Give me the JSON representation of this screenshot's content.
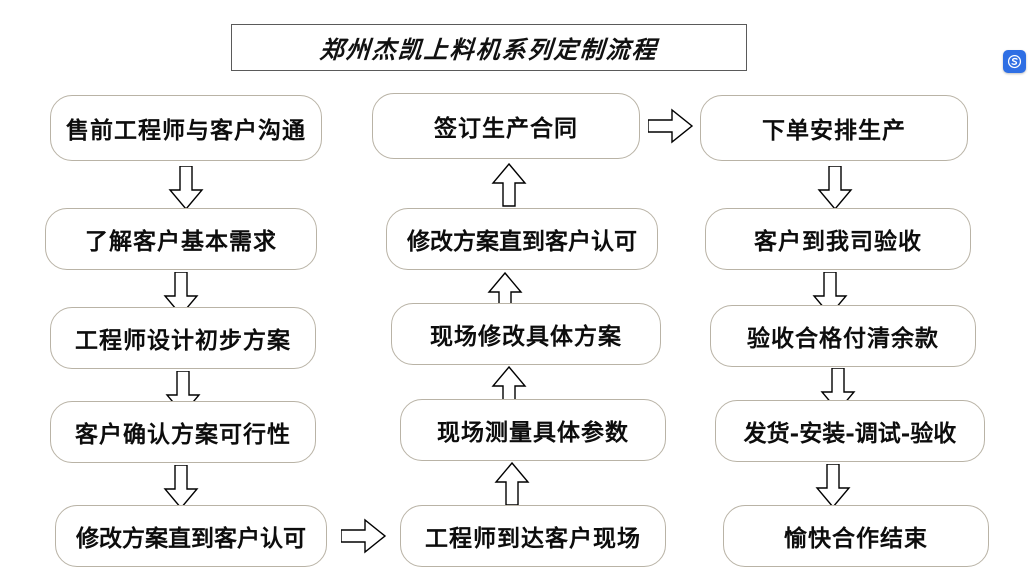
{
  "title": {
    "text": "郑州杰凯上料机系列定制流程"
  },
  "badge": {
    "name": "s-logo-icon",
    "color": "#2f6fe4"
  },
  "theme": {
    "background": "#ffffff",
    "box_border": "#b9b3a6",
    "title_border": "#5a5a5a",
    "text_color": "#0d0d0d",
    "arrow_stroke": "#000000",
    "arrow_fill": "#ffffff"
  },
  "chart_data": {
    "type": "diagram",
    "diagram_type": "flowchart",
    "title": "郑州杰凯上料机系列定制流程",
    "columns": 3,
    "flow_direction": "column 1 top-to-bottom, column 2 bottom-to-top, column 3 top-to-bottom",
    "nodes": [
      {
        "id": "n1",
        "column": 1,
        "row": 1,
        "label": "售前工程师与客户沟通"
      },
      {
        "id": "n2",
        "column": 1,
        "row": 2,
        "label": "了解客户基本需求"
      },
      {
        "id": "n3",
        "column": 1,
        "row": 3,
        "label": "工程师设计初步方案"
      },
      {
        "id": "n4",
        "column": 1,
        "row": 4,
        "label": "客户确认方案可行性"
      },
      {
        "id": "n5",
        "column": 1,
        "row": 5,
        "label": "修改方案直到客户认可"
      },
      {
        "id": "n6",
        "column": 2,
        "row": 5,
        "label": "工程师到达客户现场"
      },
      {
        "id": "n7",
        "column": 2,
        "row": 4,
        "label": "现场测量具体参数"
      },
      {
        "id": "n8",
        "column": 2,
        "row": 3,
        "label": "现场修改具体方案"
      },
      {
        "id": "n9",
        "column": 2,
        "row": 2,
        "label": "修改方案直到客户认可"
      },
      {
        "id": "n10",
        "column": 2,
        "row": 1,
        "label": "签订生产合同"
      },
      {
        "id": "n11",
        "column": 3,
        "row": 1,
        "label": "下单安排生产"
      },
      {
        "id": "n12",
        "column": 3,
        "row": 2,
        "label": "客户到我司验收"
      },
      {
        "id": "n13",
        "column": 3,
        "row": 3,
        "label": "验收合格付清余款"
      },
      {
        "id": "n14",
        "column": 3,
        "row": 4,
        "label": "发货-安装-调试-验收"
      },
      {
        "id": "n15",
        "column": 3,
        "row": 5,
        "label": "愉快合作结束"
      }
    ],
    "edges": [
      {
        "from": "n1",
        "to": "n2",
        "direction": "down"
      },
      {
        "from": "n2",
        "to": "n3",
        "direction": "down"
      },
      {
        "from": "n3",
        "to": "n4",
        "direction": "down"
      },
      {
        "from": "n4",
        "to": "n5",
        "direction": "down"
      },
      {
        "from": "n5",
        "to": "n6",
        "direction": "right"
      },
      {
        "from": "n6",
        "to": "n7",
        "direction": "up"
      },
      {
        "from": "n7",
        "to": "n8",
        "direction": "up"
      },
      {
        "from": "n8",
        "to": "n9",
        "direction": "up"
      },
      {
        "from": "n9",
        "to": "n10",
        "direction": "up"
      },
      {
        "from": "n10",
        "to": "n11",
        "direction": "right"
      },
      {
        "from": "n11",
        "to": "n12",
        "direction": "down"
      },
      {
        "from": "n12",
        "to": "n13",
        "direction": "down"
      },
      {
        "from": "n13",
        "to": "n14",
        "direction": "down"
      },
      {
        "from": "n14",
        "to": "n15",
        "direction": "down"
      }
    ]
  }
}
